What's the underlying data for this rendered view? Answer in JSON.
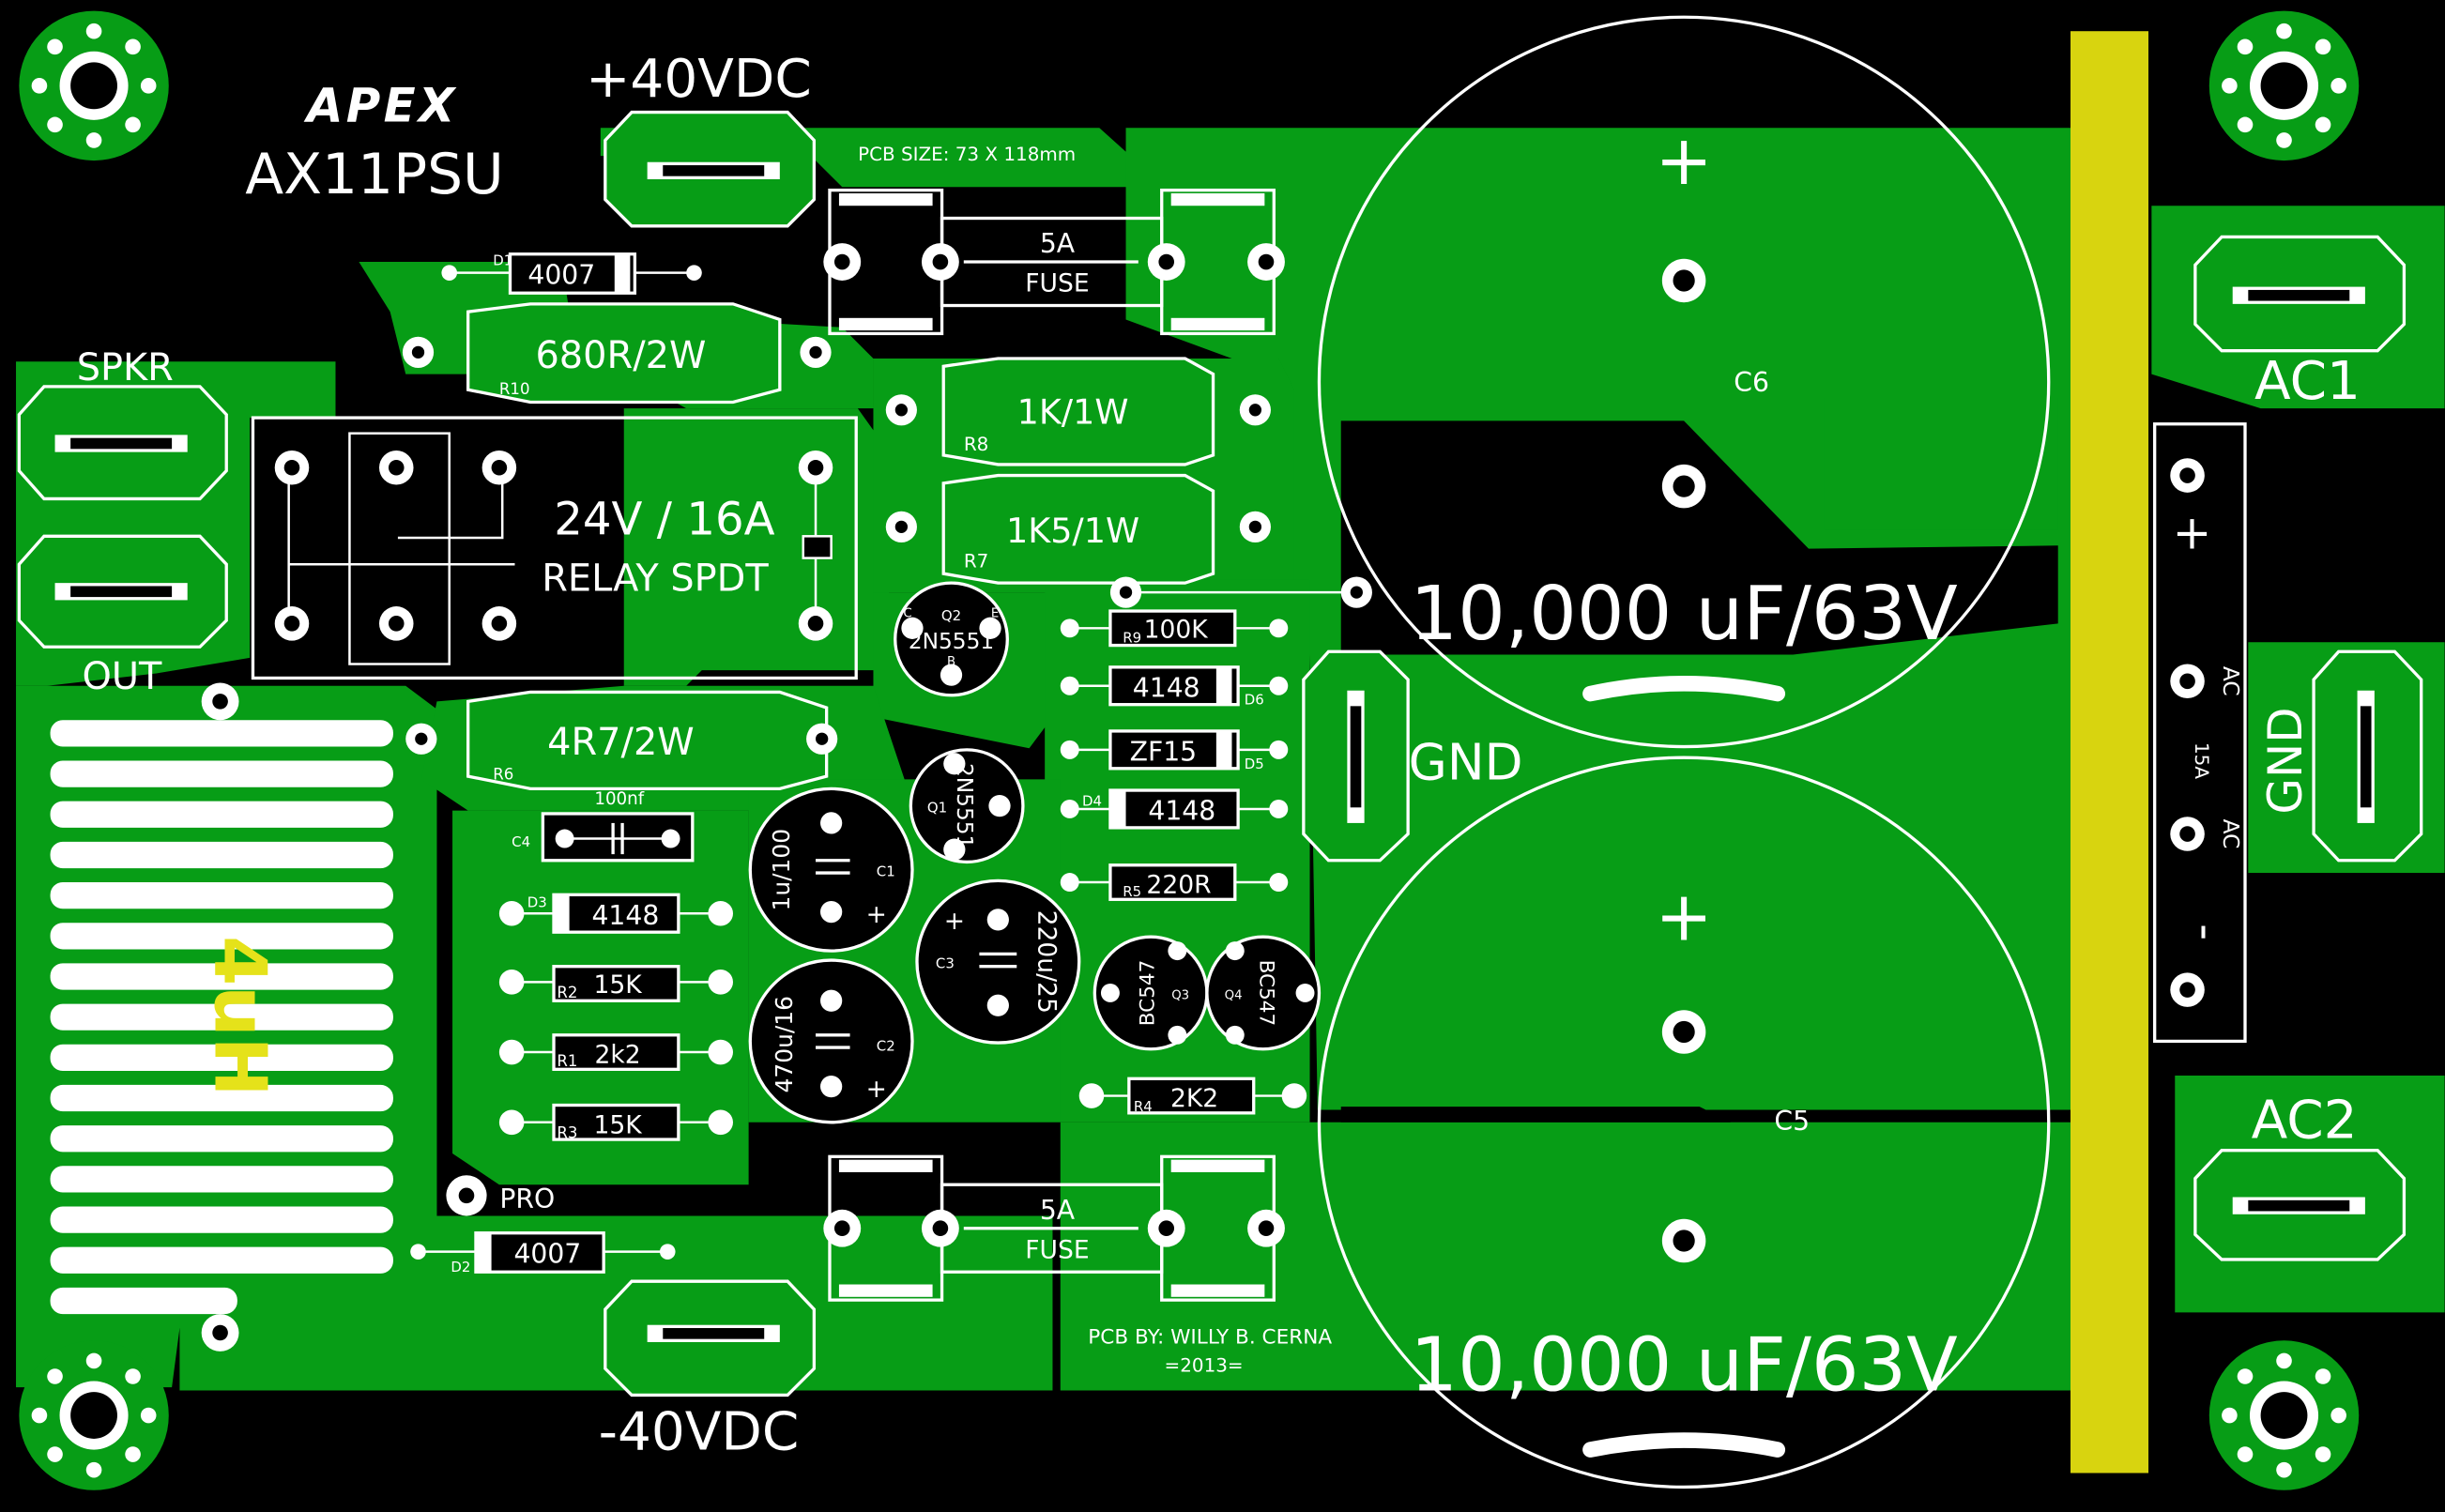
{
  "colors": {
    "background": "#000000",
    "copper": "#079d16",
    "silkscreen": "#ffffff",
    "heatsink_bar": "#d8d40f",
    "inductor_label": "#e5e21a"
  },
  "board": {
    "brand": "APEX",
    "model": "AX11PSU",
    "pcb_size": "PCB SIZE: 73 X 118mm",
    "credit": "PCB BY: WILLY B. CERNA",
    "year": "=2013="
  },
  "terminals": {
    "pos_supply": "+40VDC",
    "neg_supply": "-40VDC",
    "speaker": "SPKR",
    "output": "OUT",
    "ground_left": "GND",
    "ground_right": "GND",
    "ac1": "AC1",
    "ac2": "AC2",
    "protection": "PRO"
  },
  "relay": {
    "rating": "24V / 16A",
    "type": "RELAY SPDT"
  },
  "fuses": [
    {
      "rating": "5A",
      "label": "FUSE"
    },
    {
      "rating": "5A",
      "label": "FUSE"
    }
  ],
  "capacitors_big": [
    {
      "ref": "C6",
      "value": "10,000 uF/63V",
      "plus": "+"
    },
    {
      "ref": "C5",
      "value": "10,000 uF/63V",
      "plus": "+"
    }
  ],
  "bridge": {
    "plus": "+",
    "ac_top": "AC",
    "rating": "15A",
    "ac_bottom": "AC",
    "minus": "-"
  },
  "inductor": {
    "value": "4uH"
  },
  "components": {
    "d1": {
      "ref": "D1",
      "value": "4007"
    },
    "d2": {
      "ref": "D2",
      "value": "4007"
    },
    "r10": {
      "ref": "R10",
      "value": "680R/2W"
    },
    "r8": {
      "ref": "R8",
      "value": "1K/1W"
    },
    "r7": {
      "ref": "R7",
      "value": "1K5/1W"
    },
    "r6": {
      "ref": "R6",
      "value": "4R7/2W"
    },
    "q2": {
      "ref": "Q2",
      "value": "2N5551",
      "pin_c": "C",
      "pin_e": "E",
      "pin_b": "B"
    },
    "q1": {
      "ref": "Q1",
      "value": "2N5551"
    },
    "r9": {
      "ref": "R9",
      "value": "100K"
    },
    "d6": {
      "ref": "D6",
      "value": "4148"
    },
    "d5": {
      "ref": "D5",
      "value": "ZF15"
    },
    "d4": {
      "ref": "D4",
      "value": "4148"
    },
    "r5": {
      "ref": "R5",
      "value": "220R"
    },
    "c4": {
      "ref": "C4",
      "value": "100nf"
    },
    "c1": {
      "ref": "C1",
      "value": "1u/100"
    },
    "c3": {
      "ref": "C3",
      "value": "220u/25"
    },
    "c2": {
      "ref": "C2",
      "value": "470u/16"
    },
    "d3": {
      "ref": "D3",
      "value": "4148"
    },
    "r2": {
      "ref": "R2",
      "value": "15K"
    },
    "r1": {
      "ref": "R1",
      "value": "2k2"
    },
    "r3": {
      "ref": "R3",
      "value": "15K"
    },
    "q3": {
      "ref": "Q3",
      "value": "BC547"
    },
    "q4": {
      "ref": "Q4",
      "value": "BC547"
    },
    "r4": {
      "ref": "R4",
      "value": "2K2"
    }
  }
}
